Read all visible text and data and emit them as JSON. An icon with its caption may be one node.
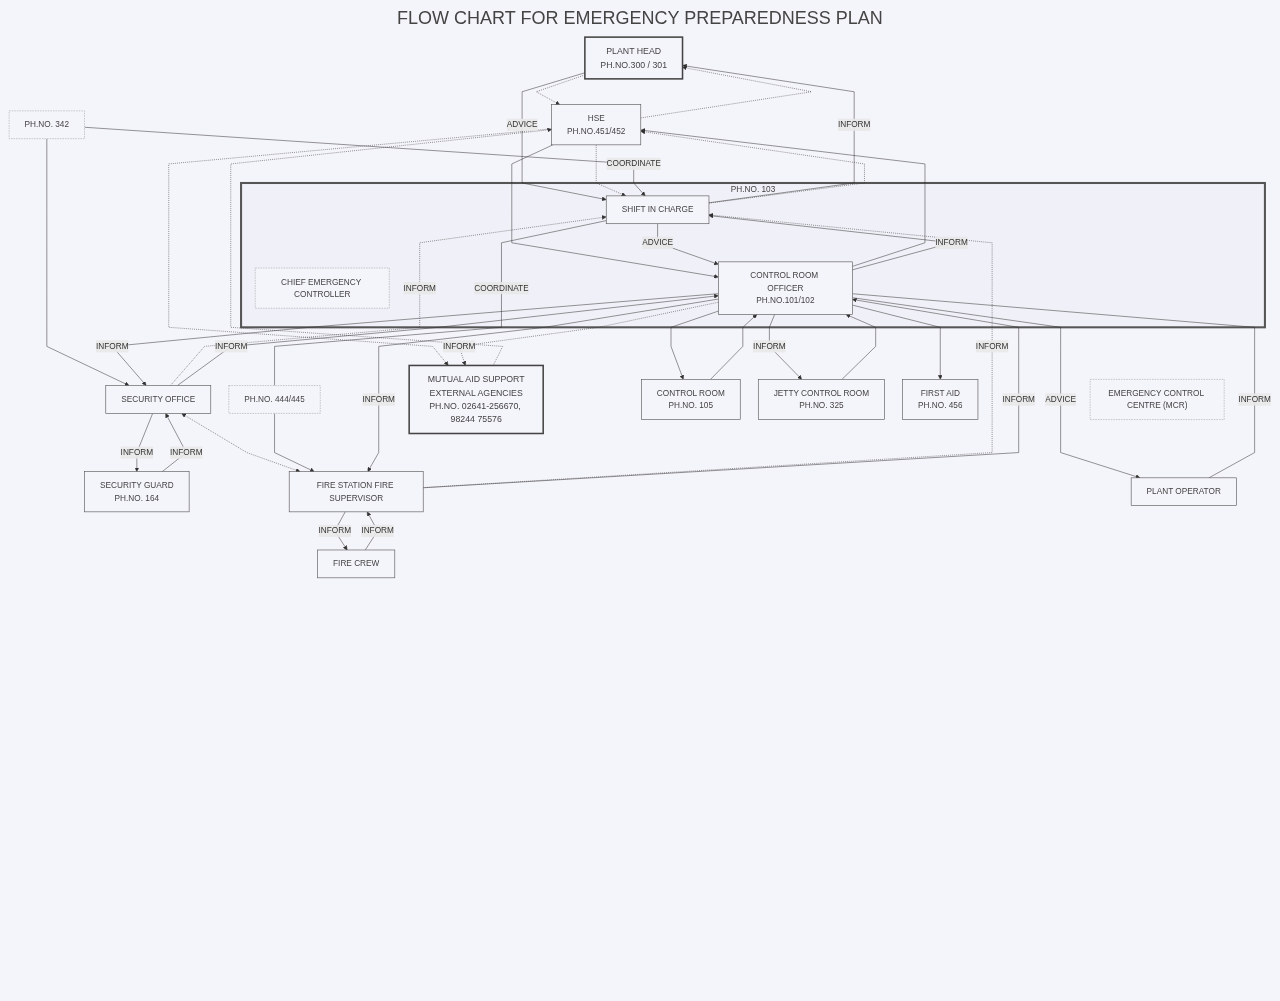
{
  "diagram": {
    "title": "FLOW CHART FOR EMERGENCY PREPAREDNESS PLAN",
    "nodes": [
      {
        "text": [
          "PLANT HEAD",
          "PH.NO.300 / 301"
        ]
      },
      {
        "text": [
          "HSE",
          "PH.NO.451/452"
        ]
      },
      {
        "text": [
          "PH.NO. 103"
        ]
      },
      {
        "text": [
          "SHIFT IN CHARGE"
        ],
        "in": 2
      },
      {
        "text": [
          "CHIEF EMERGENCY CONTROLLER"
        ],
        "in": 2
      },
      {
        "text": [
          "CONTROL ROOM OFFICER",
          "PH.NO.101/102"
        ],
        "in": 2
      },
      {
        "text": [
          "PH.NO. 342"
        ]
      },
      {
        "text": [
          "SECURITY OFFICE"
        ]
      },
      {
        "text": [
          "SECURITY GUARD",
          "PH.NO. 164"
        ]
      },
      {
        "text": [
          "PH.NO. 444/445"
        ]
      },
      {
        "text": [
          "FIRE STATION FIRE SUPERVISOR"
        ]
      },
      {
        "text": [
          "FIRE CREW"
        ]
      },
      {
        "text": [
          "EMERGENCY CONTROL CENTRE (MCR)"
        ]
      },
      {
        "text": [
          "MUTUAL AID SUPPORT",
          "EXTERNAL AGENCIES",
          "PH.NO. 02641-256670, 98244 75576"
        ]
      },
      {
        "text": [
          "CONTROL ROOM",
          "PH.NO. 105"
        ]
      },
      {
        "text": [
          "PLANT OPERATOR"
        ]
      },
      {
        "text": [
          "JETTY CONTROL ROOM",
          "PH.NO. 325"
        ]
      },
      {
        "text": [
          "FIRST AID",
          "PH.NO. 456"
        ]
      }
    ],
    "edges": [
      {
        "from": 1,
        "to": 0,
        "arrow": "to",
        "style": "dashed"
      },
      {
        "from": 0,
        "to": 1,
        "arrow": "to",
        "style": "dashed"
      },
      {
        "from": 3,
        "to": 0,
        "arrow": "to",
        "label": "INFORM"
      },
      {
        "from": 0,
        "to": 3,
        "arrow": "to",
        "label": "ADVICE"
      },
      {
        "from": 3,
        "to": 1,
        "arrow": "to",
        "style": "dashed"
      },
      {
        "from": 1,
        "to": 3,
        "arrow": "to",
        "style": "dashed"
      },
      {
        "from": 5,
        "to": 1,
        "arrow": "to"
      },
      {
        "from": 1,
        "to": 5,
        "arrow": "to"
      },
      {
        "from": 6,
        "to": 3,
        "arrow": "to",
        "label": "COORDINATE"
      },
      {
        "from": 6,
        "to": 7,
        "arrow": "to"
      },
      {
        "from": 7,
        "to": 3,
        "arrow": "to",
        "style": "dashed",
        "label": "INFORM"
      },
      {
        "from": 7,
        "to": 10,
        "arrow": "both",
        "style": "dashed"
      },
      {
        "from": 5,
        "to": 7,
        "arrow": "to",
        "label": "INFORM"
      },
      {
        "from": 7,
        "to": 5,
        "arrow": "to",
        "label": "INFORM"
      },
      {
        "from": 7,
        "to": 8,
        "arrow": "to",
        "label": "INFORM"
      },
      {
        "from": 8,
        "to": 7,
        "arrow": "to",
        "label": "INFORM"
      },
      {
        "from": 13,
        "to": 1,
        "arrow": "to",
        "style": "dashed"
      },
      {
        "from": 1,
        "to": 13,
        "arrow": "to",
        "style": "dashed"
      },
      {
        "from": 5,
        "to": 13,
        "arrow": "to",
        "style": "dashed",
        "label": "INFORM"
      },
      {
        "from": 14,
        "to": 5,
        "arrow": "to"
      },
      {
        "from": 5,
        "to": 14,
        "arrow": "to"
      },
      {
        "from": 5,
        "to": 3,
        "arrow": "to",
        "label": "INFORM"
      },
      {
        "from": 3,
        "to": 5,
        "arrow": "to",
        "label": "ADVICE"
      },
      {
        "from": 5,
        "to": 15,
        "arrow": "to",
        "label": "ADVICE"
      },
      {
        "from": 15,
        "to": 5,
        "arrow": "none",
        "label": "INFORM"
      },
      {
        "from": 3,
        "to": 9,
        "arrow": "none",
        "label": "COORDINATE"
      },
      {
        "from": 9,
        "to": 10,
        "arrow": "to"
      },
      {
        "from": 10,
        "to": 3,
        "arrow": "to",
        "style": "dashed",
        "label": "INFORM"
      },
      {
        "from": 5,
        "to": 10,
        "arrow": "to",
        "label": "INFORM"
      },
      {
        "from": 10,
        "to": 5,
        "arrow": "to",
        "label": "INFORM"
      },
      {
        "from": 10,
        "to": 11,
        "arrow": "to",
        "label": "INFORM"
      },
      {
        "from": 11,
        "to": 10,
        "arrow": "to",
        "label": "INFORM"
      },
      {
        "from": 16,
        "to": 5,
        "arrow": "to"
      },
      {
        "from": 5,
        "to": 16,
        "arrow": "to",
        "label": "INFORM"
      },
      {
        "from": 5,
        "to": 17,
        "arrow": "to"
      }
    ]
  }
}
